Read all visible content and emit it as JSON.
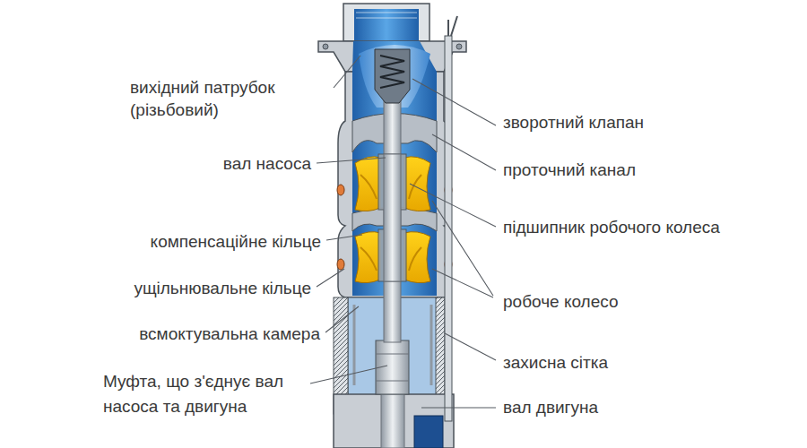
{
  "diagram": {
    "labels": [
      "вихідний патрубок (різьбовий)",
      "вал насоса",
      "компенсаційне кільце",
      "ущільнювальне кільце",
      "всмоктувальна камера",
      "Муфта, що з'єднує вал насоса та двигуна",
      "зворотний клапан",
      "проточний канал",
      "підшипник робочого колеса",
      "робоче колесо",
      "захисна сітка",
      "вал двигуна"
    ]
  }
}
